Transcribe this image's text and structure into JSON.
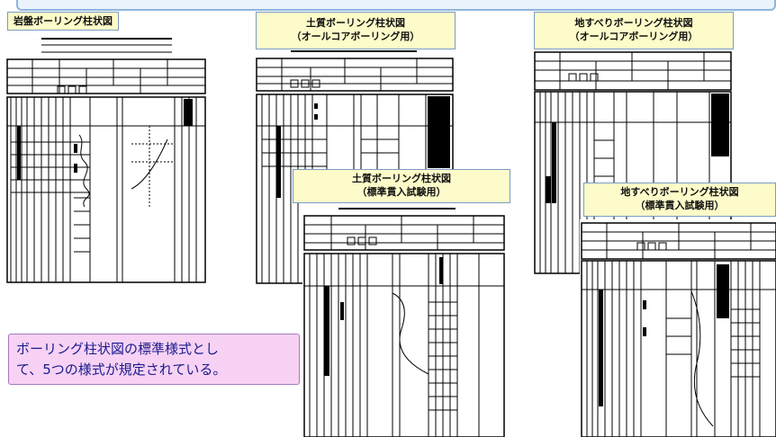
{
  "forms": [
    {
      "id": "rock",
      "title_lines": [
        "岩盤ボーリング柱状図"
      ]
    },
    {
      "id": "soil-allcore",
      "title_lines": [
        "土質ボーリング柱状図",
        "（オールコアボーリング用）"
      ]
    },
    {
      "id": "landslide-allcore",
      "title_lines": [
        "地すべりボーリング柱状図",
        "（オールコアボーリング用）"
      ]
    },
    {
      "id": "soil-spt",
      "title_lines": [
        "土質ボーリング柱状図",
        "（標準貫入試験用）"
      ]
    },
    {
      "id": "landslide-spt",
      "title_lines": [
        "地すべりボーリング柱状図",
        "（標準貫入試験用）"
      ]
    }
  ],
  "note": {
    "lines": [
      "ボーリング柱状図の標準様式とし",
      "て、5つの様式が規定されている。"
    ]
  },
  "colors": {
    "label_bg": "#fdfbc9",
    "label_border": "#7a9cc6",
    "note_bg": "#f7d2f4",
    "note_border": "#a47ac2",
    "note_text": "#1a1a8c",
    "banner_border": "#8eb6dd"
  }
}
